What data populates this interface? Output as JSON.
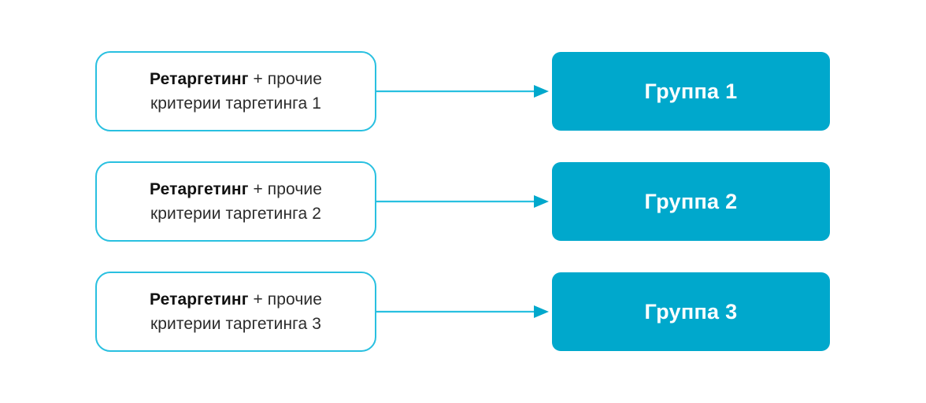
{
  "diagram": {
    "type": "flow-mapping",
    "background_color": "#ffffff",
    "accent_color": "#00A8CC",
    "outline_color": "#29C0E0",
    "text_color": "#1a1a1a",
    "arrow_color": "#29C0E0",
    "arrow_icon_name": "arrow-right-icon",
    "rows": [
      {
        "source": {
          "emphasis": "Ретаргетинг",
          "rest": " + прочие",
          "line2": "критерии таргетинга 1"
        },
        "target": {
          "label": "Группа 1"
        }
      },
      {
        "source": {
          "emphasis": "Ретаргетинг",
          "rest": " + прочие",
          "line2": "критерии таргетинга 2"
        },
        "target": {
          "label": "Группа 2"
        }
      },
      {
        "source": {
          "emphasis": "Ретаргетинг",
          "rest": " + прочие",
          "line2": "критерии таргетинга 3"
        },
        "target": {
          "label": "Группа 3"
        }
      }
    ]
  }
}
